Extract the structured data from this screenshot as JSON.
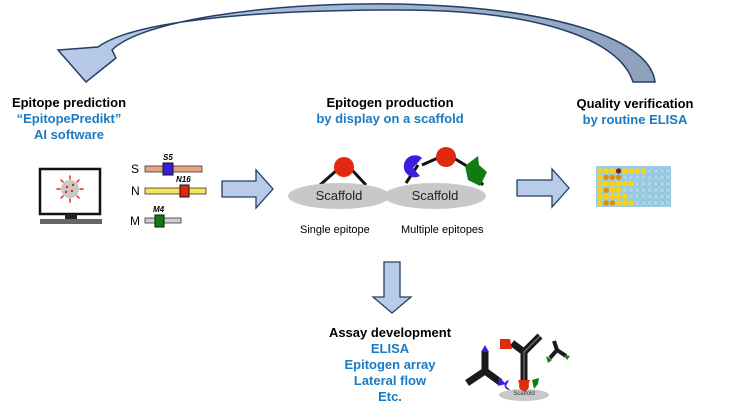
{
  "stages": {
    "prediction": {
      "title": "Epitope prediction",
      "subtitle_lines": [
        "“EpitopePredikt”",
        "AI software"
      ]
    },
    "production": {
      "title": "Epitogen production",
      "subtitle": "by display on a scaffold",
      "single_caption": "Single epitope",
      "multiple_caption": "Multiple epitopes",
      "scaffold_label": "Scaffold"
    },
    "verification": {
      "title": "Quality verification",
      "subtitle": "by routine ELISA"
    },
    "assay": {
      "title": "Assay development",
      "items": [
        "ELISA",
        "Epitogen array",
        "Lateral flow",
        "Etc."
      ],
      "scaffold_label": "Scaffold"
    }
  },
  "proteins": [
    {
      "gene": "S",
      "epitope": "S5",
      "bar_color": "#e9a382",
      "epitope_color": "#3a1ee0"
    },
    {
      "gene": "N",
      "epitope": "N16",
      "bar_color": "#f5e35a",
      "epitope_color": "#e02a10"
    },
    {
      "gene": "M",
      "epitope": "M4",
      "bar_color": "#d0d0d0",
      "epitope_color": "#127a12"
    }
  ],
  "colors": {
    "accent_text": "#1a7bc4",
    "arrow_fill": "#b8cbe8",
    "arrow_stroke": "#243f66",
    "return_arrow_fill_dark": "#8ea0bc",
    "scaffold": "#c8c8c8",
    "epitope_red": "#e02a10",
    "epitope_blue": "#3a1ee0",
    "epitope_green": "#127a12"
  },
  "elisa_plate": {
    "rows": [
      [
        "y",
        "y",
        "y",
        "d",
        "y",
        "y",
        "y",
        "y"
      ],
      [
        "y",
        "o",
        "o",
        "o"
      ],
      [
        "y",
        "y",
        "y",
        "y",
        "y",
        "y"
      ],
      [
        "y",
        "o",
        "y",
        "y"
      ],
      [
        "y",
        "y",
        "y",
        "y",
        "y"
      ],
      [
        "y",
        "o",
        "o",
        "y",
        "y",
        "y"
      ]
    ]
  }
}
